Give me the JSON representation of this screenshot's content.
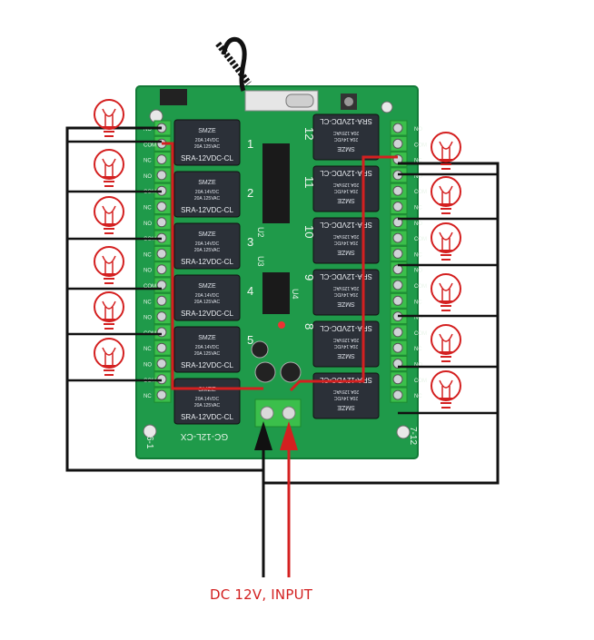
{
  "caption": "DC 12V, INPUT",
  "board": {
    "module_code": "GC-12L-CX",
    "left_terminal_label": "6-1",
    "right_terminal_label": "7-12",
    "relay_model": "SRA-12VDC-CL",
    "relay_brand": "SMZE",
    "relay_rating_1": "20A 14VDC",
    "relay_rating_2": "20A 125VAC",
    "terminal_pins": [
      "NO",
      "COM",
      "NC"
    ],
    "chip_labels": [
      "U2",
      "U3",
      "U4"
    ],
    "channel_numbers_left": [
      "1",
      "2",
      "3",
      "4",
      "5"
    ],
    "channel_numbers_right": [
      "12",
      "11",
      "10",
      "9",
      "8"
    ]
  },
  "lamps": {
    "count": 12
  },
  "colors": {
    "board": "#1f9a4a",
    "board_edge": "#137a37",
    "relay": "#2b3038",
    "terminal": "#3bbf4b",
    "wire_black": "#111111",
    "wire_red": "#d42020",
    "lamp": "#d42020"
  },
  "icons": [
    "light-bulb-icon",
    "antenna",
    "arrow-up-icon"
  ]
}
